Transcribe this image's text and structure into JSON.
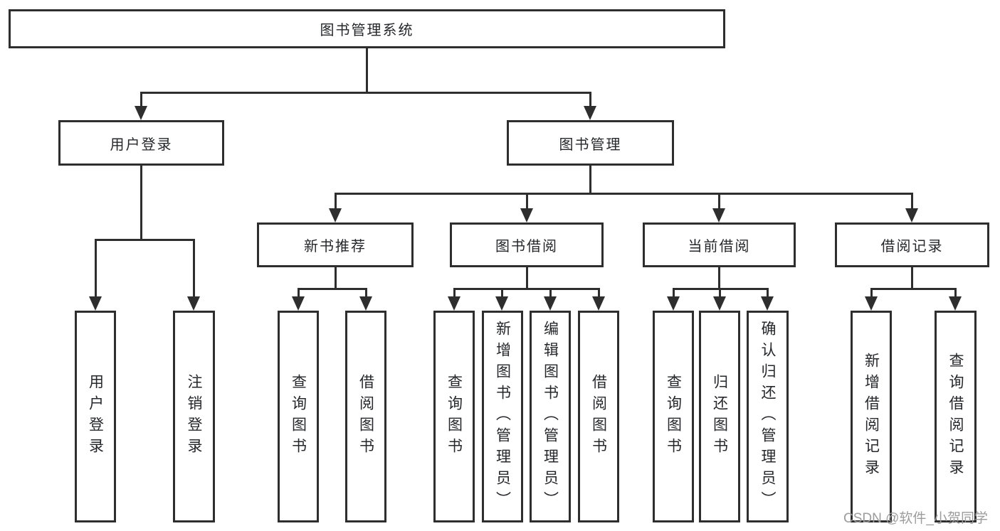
{
  "root": {
    "label": "图书管理系统"
  },
  "level2": {
    "user_login": {
      "label": "用户登录"
    },
    "book_mgmt": {
      "label": "图书管理"
    }
  },
  "level3": {
    "new_books": {
      "label": "新书推荐"
    },
    "borrow": {
      "label": "图书借阅"
    },
    "current": {
      "label": "当前借阅"
    },
    "records": {
      "label": "借阅记录"
    }
  },
  "leaves": {
    "user_login": [
      "用户登录",
      "注销登录"
    ],
    "new_books": [
      "查询图书",
      "借阅图书"
    ],
    "borrow": [
      "查询图书",
      "新增图书（管理员）",
      "编辑图书（管理员）",
      "借阅图书"
    ],
    "current": [
      "查询图书",
      "归还图书",
      "确认归还（管理员）"
    ],
    "records": [
      "新增借阅记录",
      "查询借阅记录"
    ]
  },
  "watermark": {
    "text": "CSDN @软件_小贺同学",
    "color": "#9c9c9c"
  },
  "colors": {
    "line": "#2e2e2e",
    "text": "#26272b",
    "background": "#ffffff"
  }
}
